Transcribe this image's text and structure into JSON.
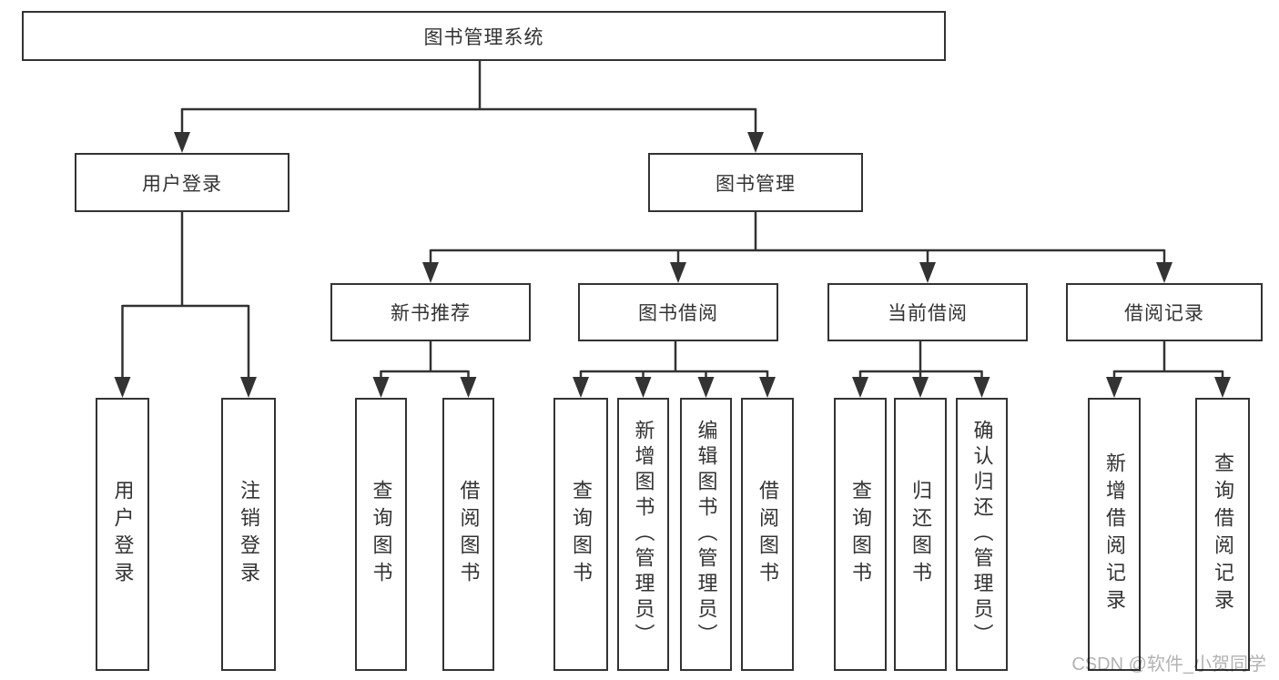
{
  "diagram": {
    "type": "hierarchy-tree",
    "tree": {
      "root": {
        "label": "图书管理系统",
        "children": [
          {
            "label": "用户登录",
            "children": [
              {
                "label": "用户登录"
              },
              {
                "label": "注销登录"
              }
            ]
          },
          {
            "label": "图书管理",
            "children": [
              {
                "label": "新书推荐",
                "children": [
                  {
                    "label": "查询图书"
                  },
                  {
                    "label": "借阅图书"
                  }
                ]
              },
              {
                "label": "图书借阅",
                "children": [
                  {
                    "label": "查询图书"
                  },
                  {
                    "label": "新增图书（管理员）"
                  },
                  {
                    "label": "编辑图书（管理员）"
                  },
                  {
                    "label": "借阅图书"
                  }
                ]
              },
              {
                "label": "当前借阅",
                "children": [
                  {
                    "label": "查询图书"
                  },
                  {
                    "label": "归还图书"
                  },
                  {
                    "label": "确认归还（管理员）"
                  }
                ]
              },
              {
                "label": "借阅记录",
                "children": [
                  {
                    "label": "新增借阅记录"
                  },
                  {
                    "label": "查询借阅记录"
                  }
                ]
              }
            ]
          }
        ]
      }
    },
    "colors": {
      "line": "#333333",
      "text": "#333333",
      "box_background": "#ffffff",
      "watermark": "#b3b3b3"
    }
  },
  "watermark": {
    "text": "CSDN @软件_小贺同学"
  }
}
